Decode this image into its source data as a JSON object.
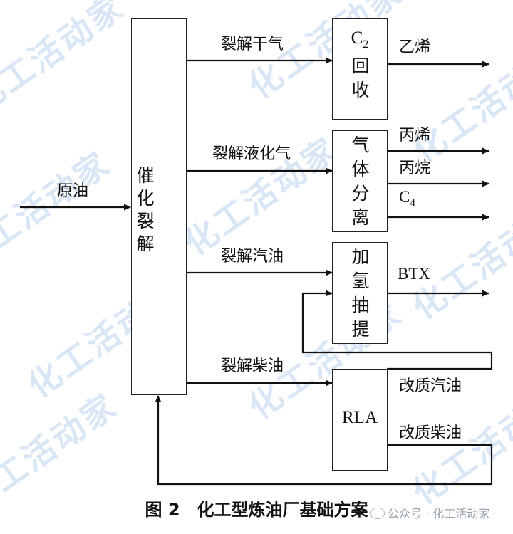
{
  "watermark": "化工活动家",
  "nodes": {
    "fcc": "催化裂解",
    "c2": {
      "c": "C",
      "sub": "2",
      "rest": "回收"
    },
    "gas_sep": "气体分离",
    "hydro_ext": "加氢抽提",
    "rla": "RLA"
  },
  "edges": {
    "feed": "原油",
    "dry_gas": "裂解干气",
    "lpg": "裂解液化气",
    "gasoline": "裂解汽油",
    "diesel": "裂解柴油"
  },
  "products": {
    "ethylene": "乙烯",
    "propylene": "丙烯",
    "propane": "丙烷",
    "c4": {
      "c": "C",
      "sub": "4"
    },
    "btx": "BTX",
    "reformed_gasoline": "改质汽油",
    "reformed_diesel": "改质柴油"
  },
  "caption": "图 2　化工型炼油厂基础方案",
  "credit": "公众号 · 化工活动家"
}
